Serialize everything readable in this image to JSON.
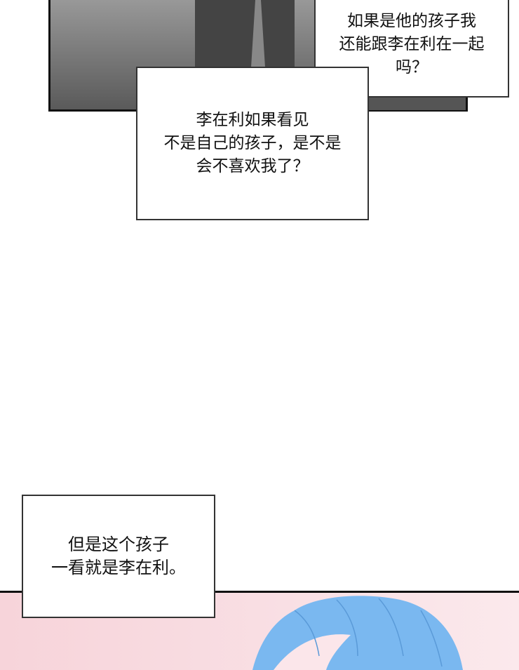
{
  "panels": {
    "caption_1": {
      "lines": [
        "如果是他的孩子我",
        "还能跟李在利在一起",
        "吗？"
      ]
    },
    "caption_2": {
      "lines": [
        "李在利如果看见",
        "不是自己的孩子，是不是",
        "会不喜欢我了？"
      ]
    },
    "caption_3": {
      "lines": [
        "但是这个孩子",
        "一看就是李在利。"
      ]
    }
  },
  "colors": {
    "hair": "#7ab8f0",
    "background_pink": "#f8d8de",
    "panel_gray": "#555555"
  }
}
